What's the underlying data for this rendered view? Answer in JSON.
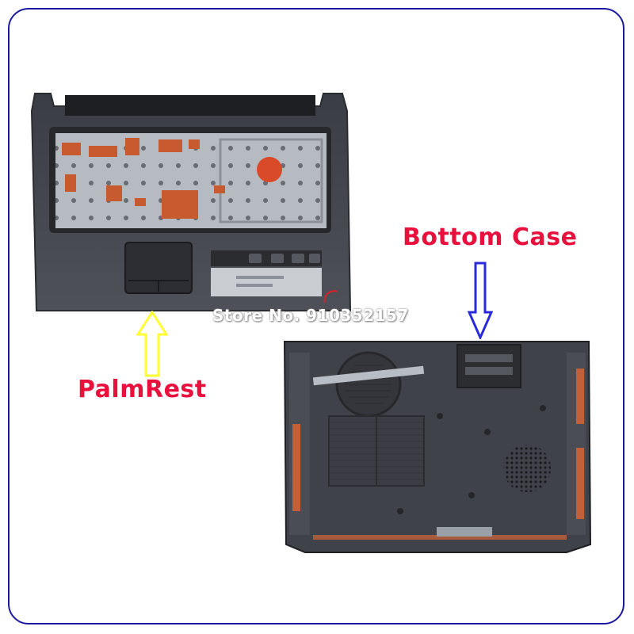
{
  "labels": {
    "palmrest": "PalmRest",
    "bottom_case": "Bottom Case"
  },
  "watermark": "Store No. 910352157",
  "colors": {
    "label_red": "#e8103c",
    "arrow_yellow": "#ffff33",
    "arrow_blue": "#2a2adc",
    "frame_blue": "#1a1aa0",
    "case_dark": "#3c3f46",
    "copper": "#c2603a"
  },
  "icons": {
    "palmrest_arrow": "up-arrow-outline-icon",
    "bottom_case_arrow": "down-arrow-outline-icon"
  }
}
